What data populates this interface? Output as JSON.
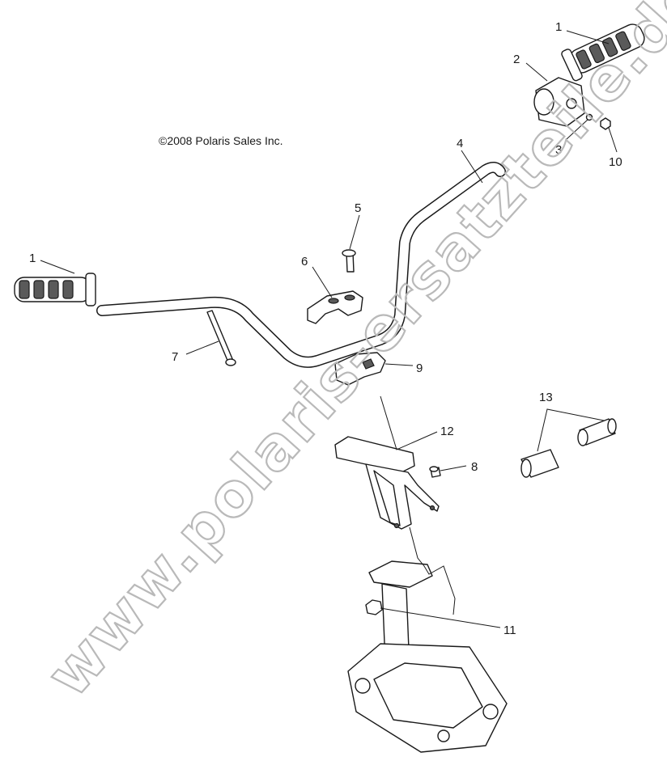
{
  "copyright": "©2008 Polaris Sales Inc.",
  "watermark": "www.polaris-ersatzteile.de",
  "callouts": {
    "grip_right": "1",
    "grip_left": "1",
    "throttle_housing": "2",
    "screw_small": "3",
    "handlebar": "4",
    "bolt_top": "5",
    "clamp_top": "6",
    "bolt_long": "7",
    "bolt_short": "8",
    "clamp_bottom": "9",
    "nut_small": "10",
    "nut_bottom": "11",
    "bracket": "12",
    "plug_pair": "13"
  },
  "colors": {
    "line": "#1a1a1a",
    "watermark": "#b9b9b9",
    "background": "#ffffff"
  }
}
